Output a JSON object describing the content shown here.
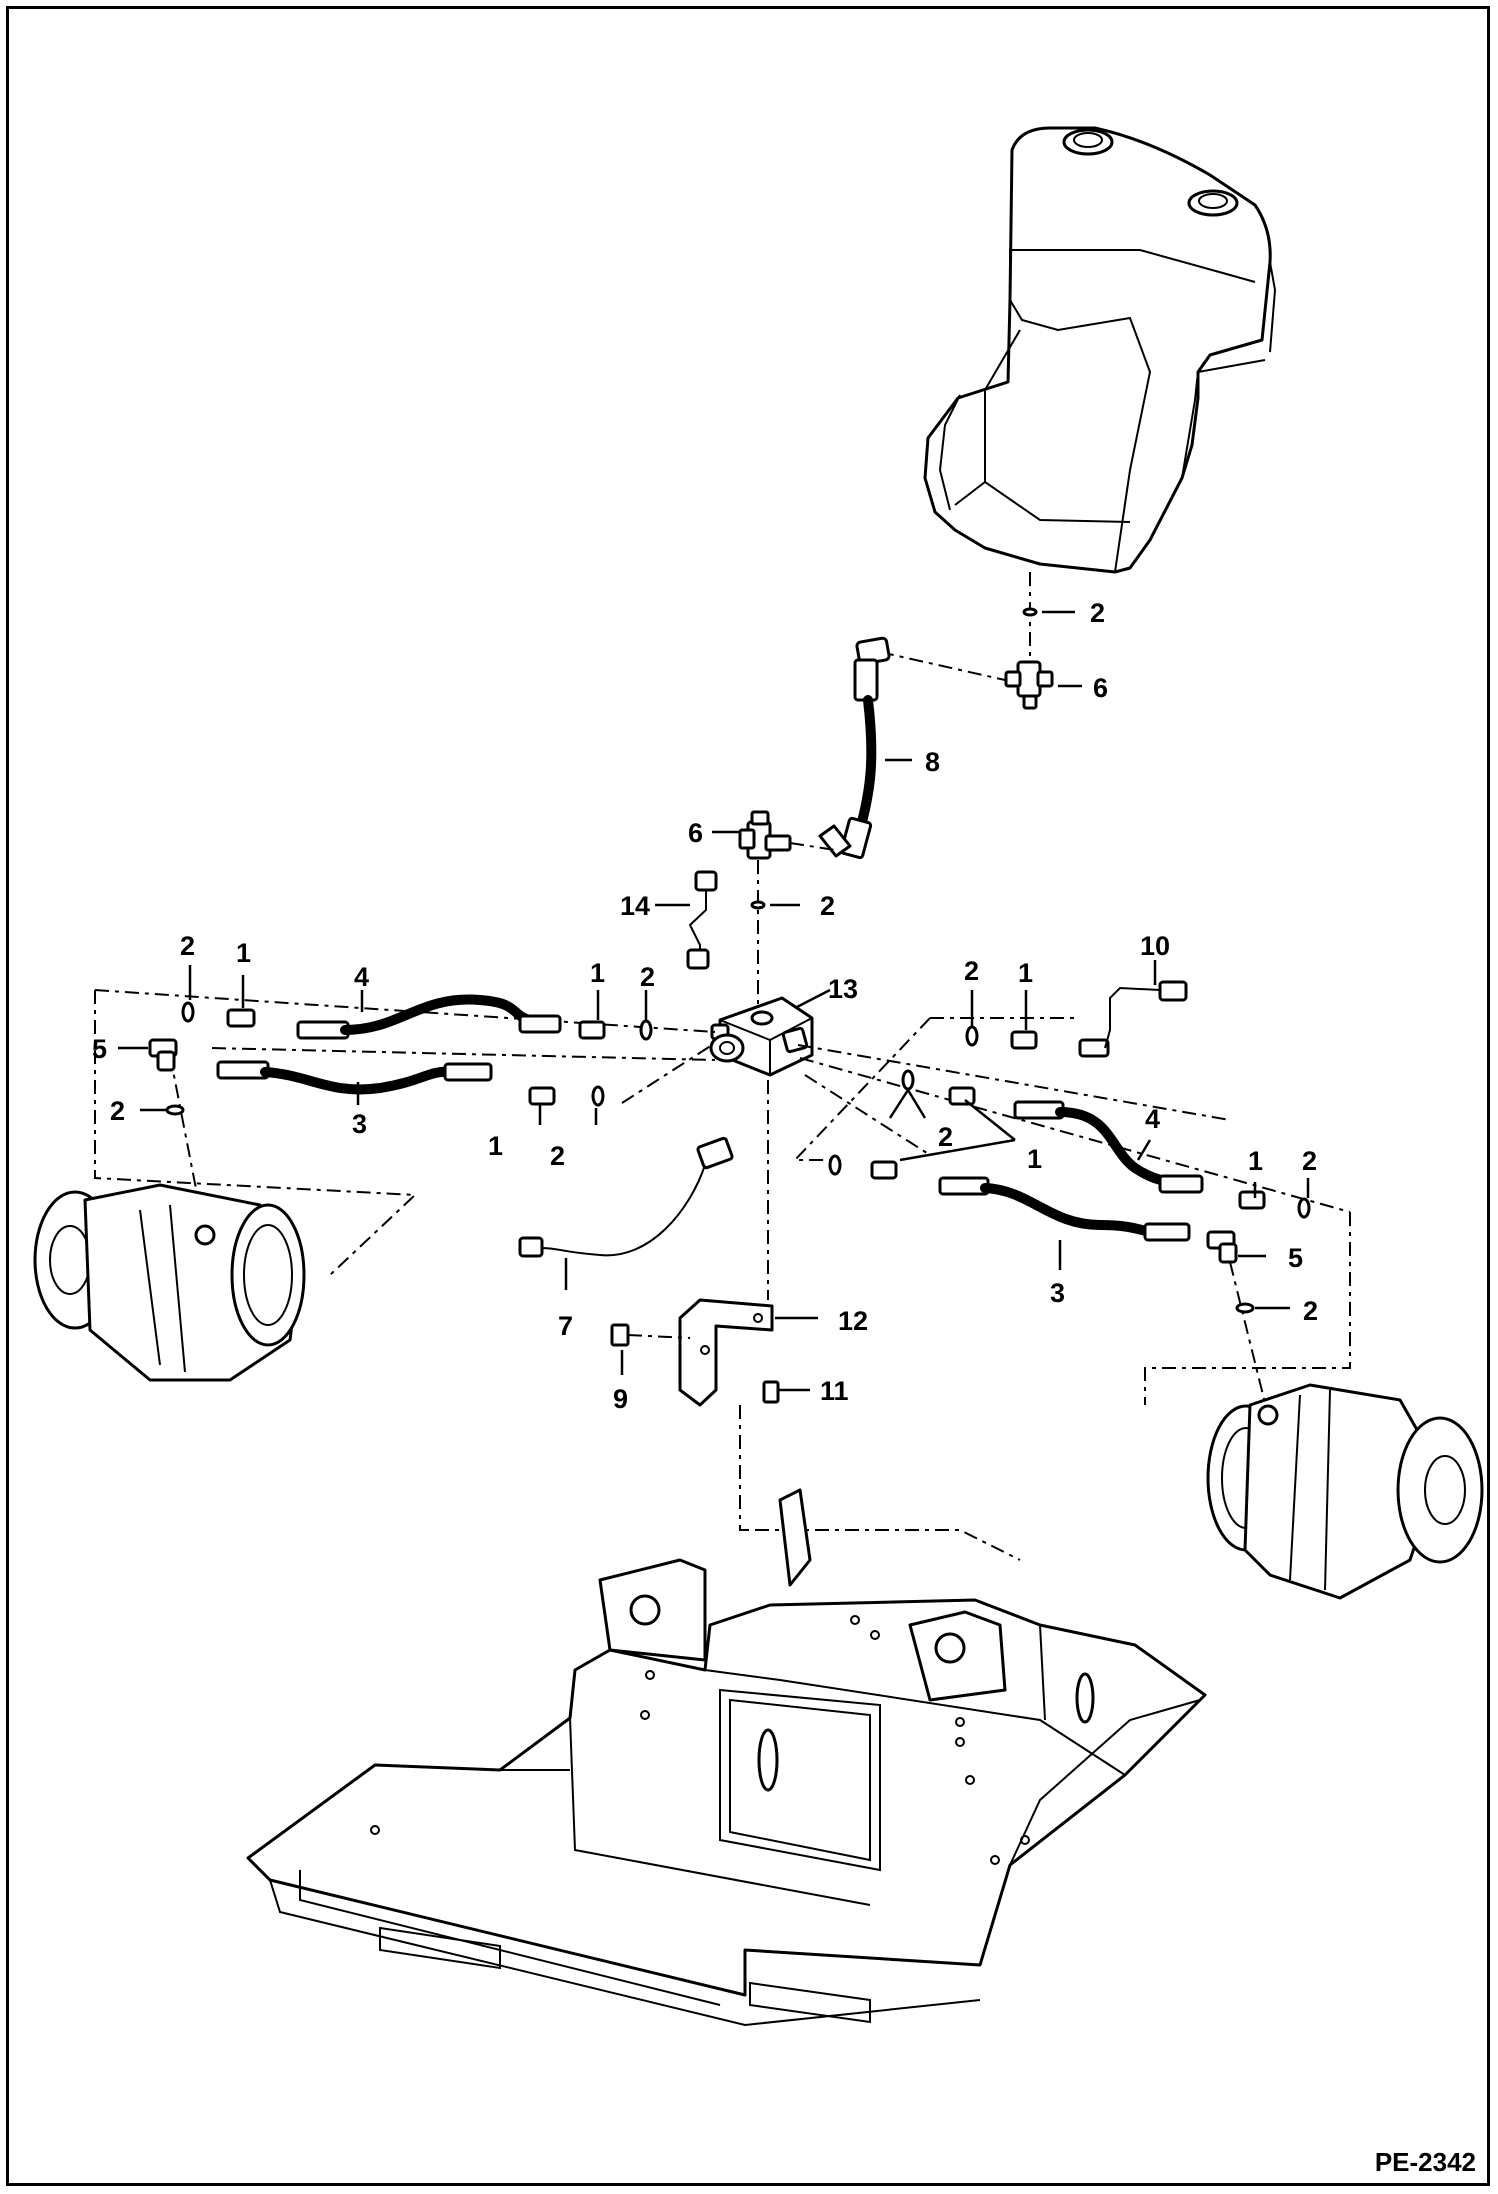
{
  "figure_code": "PE-2342",
  "callouts": {
    "c2_tank": "2",
    "c6_tee_top": "6",
    "c8": "8",
    "c6_mid": "6",
    "c2_mid": "2",
    "c14": "14",
    "c2_left_top": "2",
    "c1_left_top": "1",
    "c4_left": "4",
    "c1_center_left": "1",
    "c2_center_left": "2",
    "c13": "13",
    "c2_right_top": "2",
    "c1_right_top": "1",
    "c10": "10",
    "c5_left": "5",
    "c2_left_mid": "2",
    "c3_left": "3",
    "c1_left_bottom": "1",
    "c2_left_bottom": "2",
    "c2_right_group": "2",
    "c1_right_group": "1",
    "c4_right": "4",
    "c1_right_end": "1",
    "c2_right_end": "2",
    "c3_right": "3",
    "c5_right": "5",
    "c2_right_bottom": "2",
    "c7": "7",
    "c12": "12",
    "c9": "9",
    "c11": "11"
  }
}
